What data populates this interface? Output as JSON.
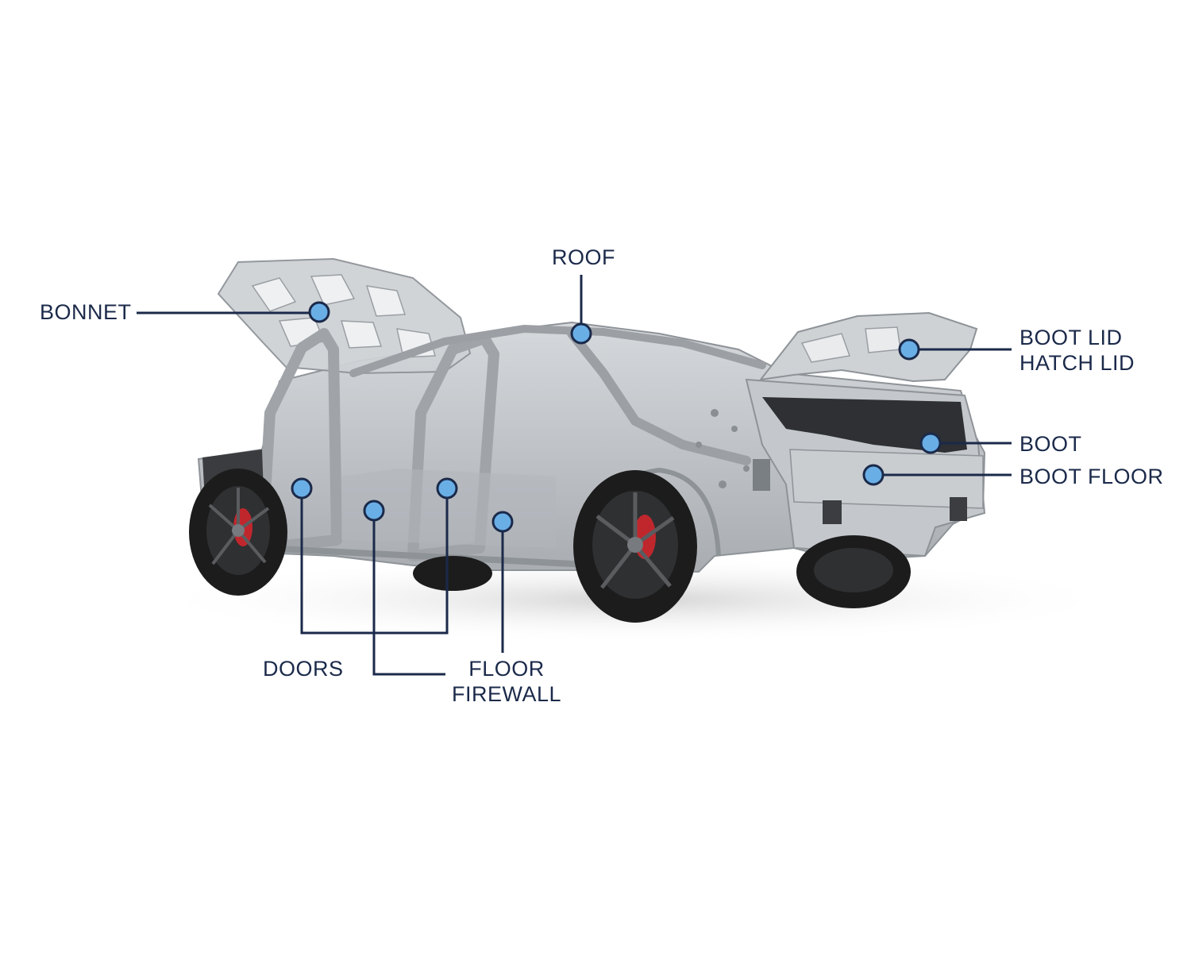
{
  "diagram": {
    "colors": {
      "label_text": "#1b2a4a",
      "leader_line": "#1b2a4a",
      "marker_fill": "#6aaee6",
      "marker_stroke": "#1b2a4a",
      "body_metal": "#b9bdc2",
      "tyre": "#1c1c1c",
      "brake_caliper": "#c0272d"
    },
    "labels": {
      "bonnet": "BONNET",
      "roof": "ROOF",
      "boot_lid": "BOOT LID",
      "hatch_lid": "HATCH LID",
      "boot": "BOOT",
      "boot_floor": "BOOT FLOOR",
      "doors": "DOORS",
      "floor": "FLOOR",
      "firewall": "FIREWALL"
    }
  }
}
